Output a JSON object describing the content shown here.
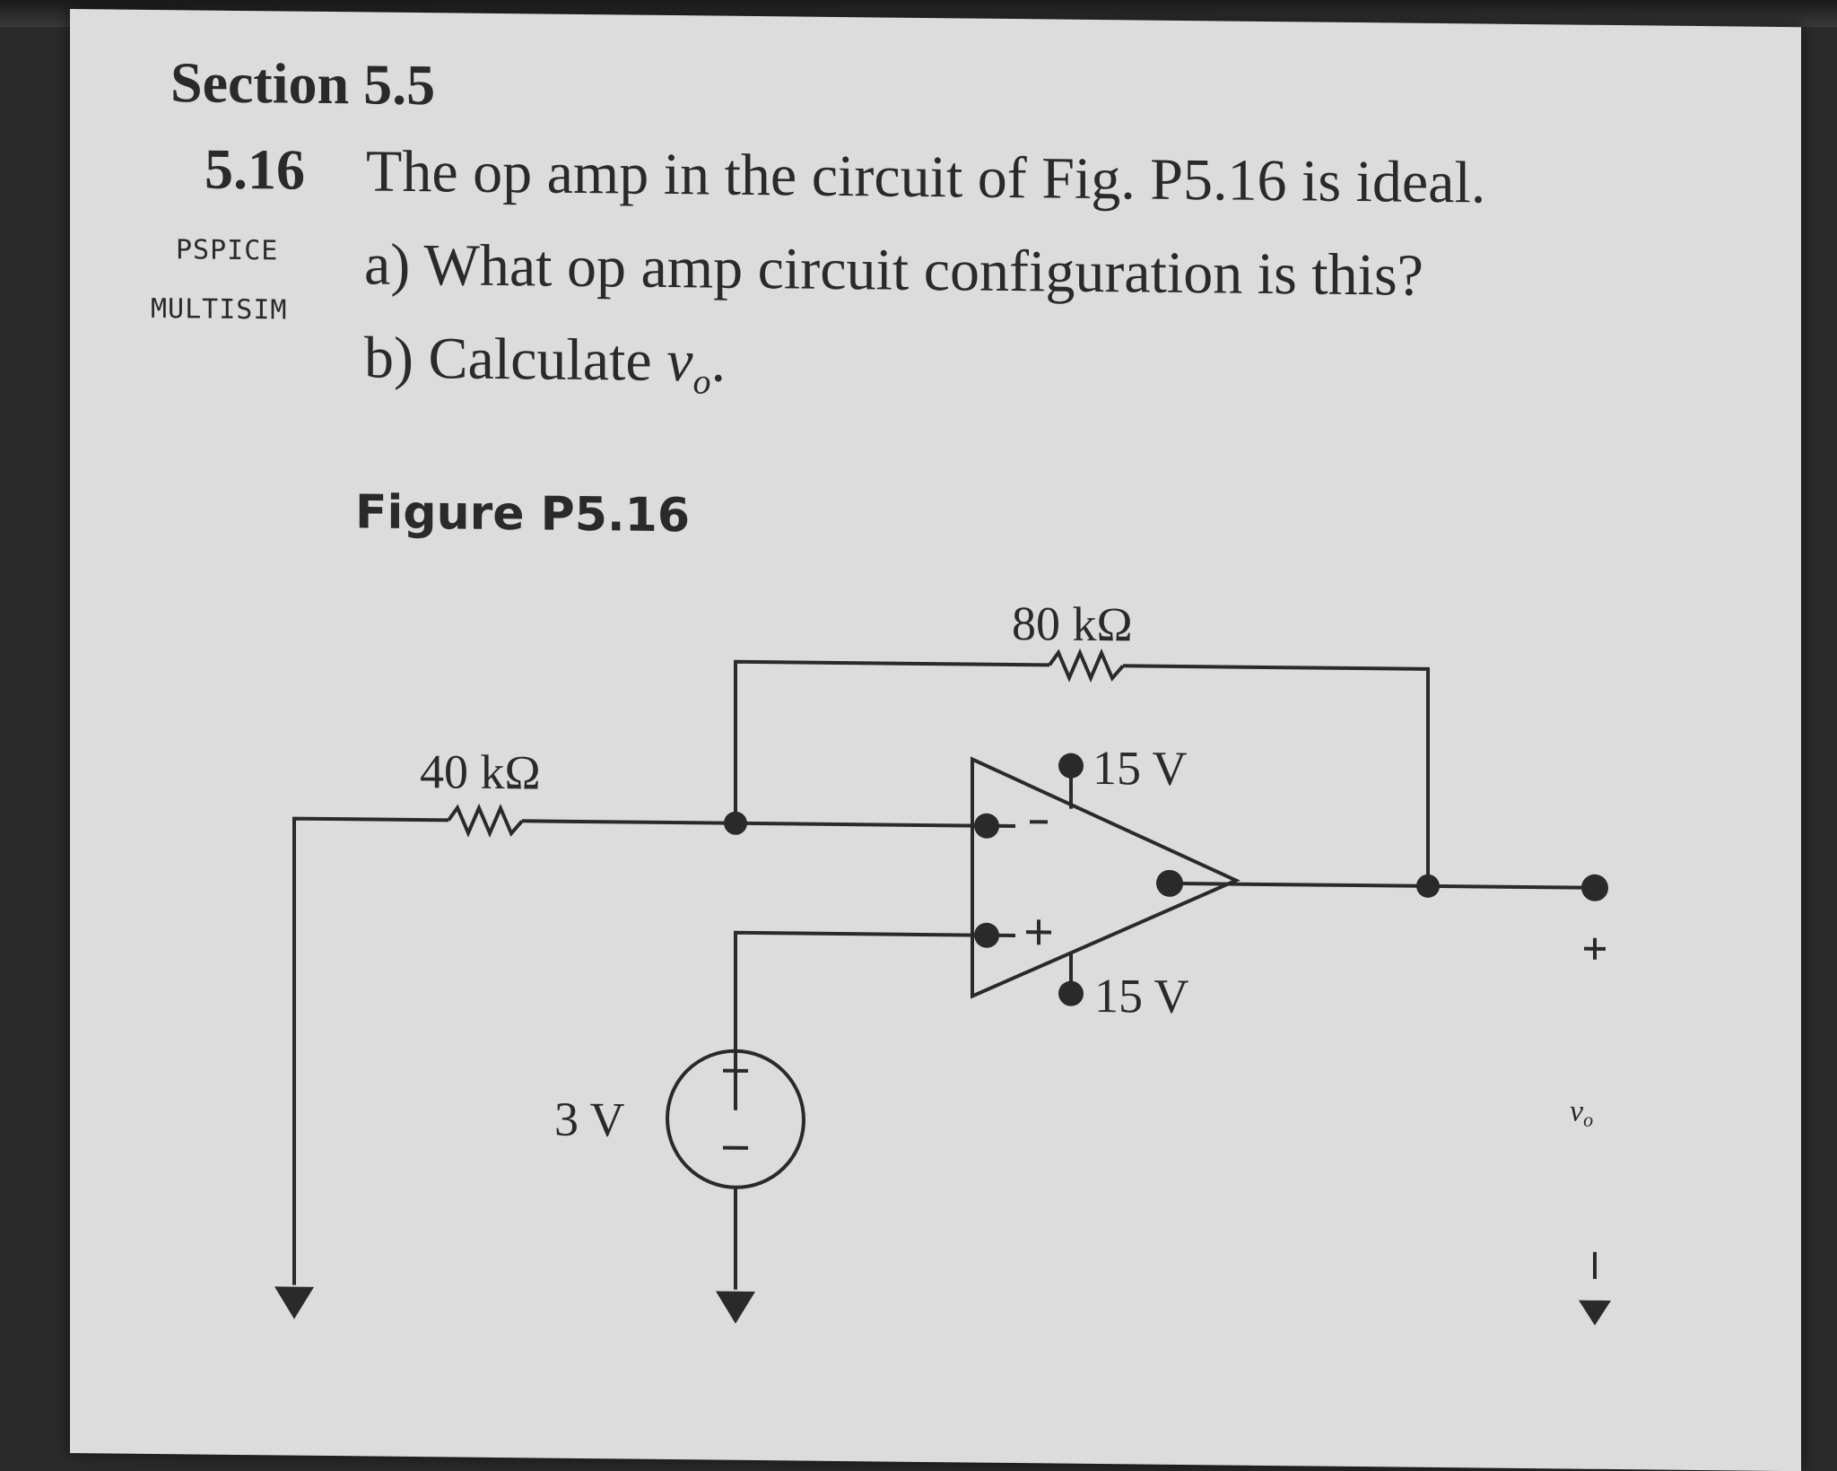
{
  "section": "Section 5.5",
  "problem": {
    "number": "5.16",
    "statement": "The op amp in the circuit of Fig. P5.16 is ideal.",
    "part_a": "a)  What op amp circuit configuration is this?",
    "part_b_prefix": "b)  Calculate ",
    "part_b_var": "v",
    "part_b_sub": "o",
    "part_b_suffix": "."
  },
  "tags": [
    "PSPICE",
    "MULTISIM"
  ],
  "figure": {
    "label": "Figure P5.16",
    "feedback_resistor": "80 kΩ",
    "input_resistor": "40 kΩ",
    "source_voltage": "3 V",
    "supply_positive": "15 V",
    "supply_negative": "15 V",
    "inverting_sign": "−",
    "noninverting_sign": "+",
    "source_plus": "+",
    "source_minus": "−",
    "output_plus": "+",
    "output_minus": "−",
    "output_label": "v",
    "output_sub": "o"
  }
}
